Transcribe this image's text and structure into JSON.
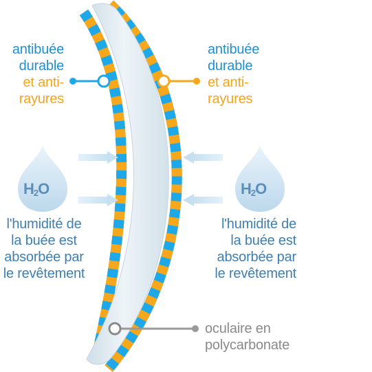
{
  "labels": {
    "left_coating": {
      "line1": "antibuée",
      "line2": "durable",
      "line3": "et anti-",
      "line4": "rayures"
    },
    "right_coating": {
      "line1": "antibuée",
      "line2": "durable",
      "line3": "et anti-",
      "line4": "rayures"
    },
    "left_humidity": {
      "line1": "l'humidité de",
      "line2": "la buée est",
      "line3": "absorbée par",
      "line4": "le revêtement"
    },
    "right_humidity": {
      "line1": "l'humidité de",
      "line2": "la buée est",
      "line3": "absorbée par",
      "line4": "le revêtement"
    },
    "lens_material": {
      "line1": "oculaire en",
      "line2": "polycarbonate"
    }
  },
  "drops": {
    "left": {
      "symbol": "H",
      "subscript": "2",
      "tail": "O"
    },
    "right": {
      "symbol": "H",
      "subscript": "2",
      "tail": "O"
    }
  },
  "colors": {
    "blue": "#1ea8e8",
    "orange": "#f7a71b",
    "lens": "#dde8ef",
    "text_blue": "#1f8fd0",
    "text_orange": "#f4a51c",
    "text_grey": "#8a8a8a"
  },
  "icons": [
    "water-drop-icon",
    "arrow-right-icon",
    "arrow-left-icon"
  ]
}
